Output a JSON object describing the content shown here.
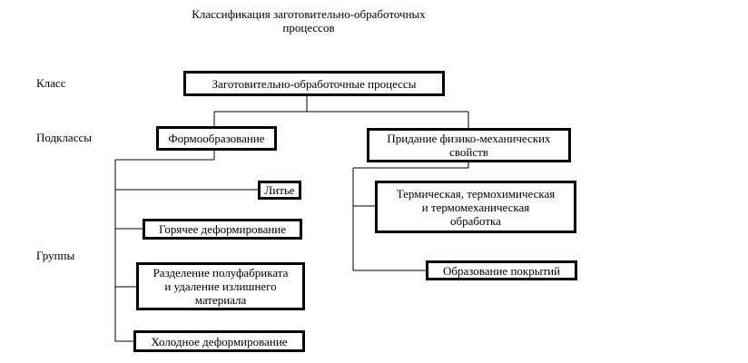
{
  "title": {
    "line1": "Классификация заготовительно-обработочных",
    "line2": "процессов"
  },
  "levels": {
    "class": "Класс",
    "subclasses": "Подклассы",
    "groups": "Группы"
  },
  "root": {
    "label": "Заготовительно-обработочные процессы"
  },
  "subclasses": [
    {
      "label": "Формообразование",
      "groups": [
        {
          "lines": [
            "Литье"
          ]
        },
        {
          "lines": [
            "Горячее деформирование"
          ]
        },
        {
          "lines": [
            "Разделение полуфабриката",
            "и удаление излишнего",
            "материала"
          ]
        },
        {
          "lines": [
            "Холодное деформирование"
          ]
        }
      ]
    },
    {
      "lines": [
        "Придание физико-механических",
        "свойств"
      ],
      "groups": [
        {
          "lines": [
            "Термическая, термохимическая",
            "и термомеханическая",
            "обработка"
          ]
        },
        {
          "lines": [
            "Образование покрытий"
          ]
        }
      ]
    }
  ]
}
